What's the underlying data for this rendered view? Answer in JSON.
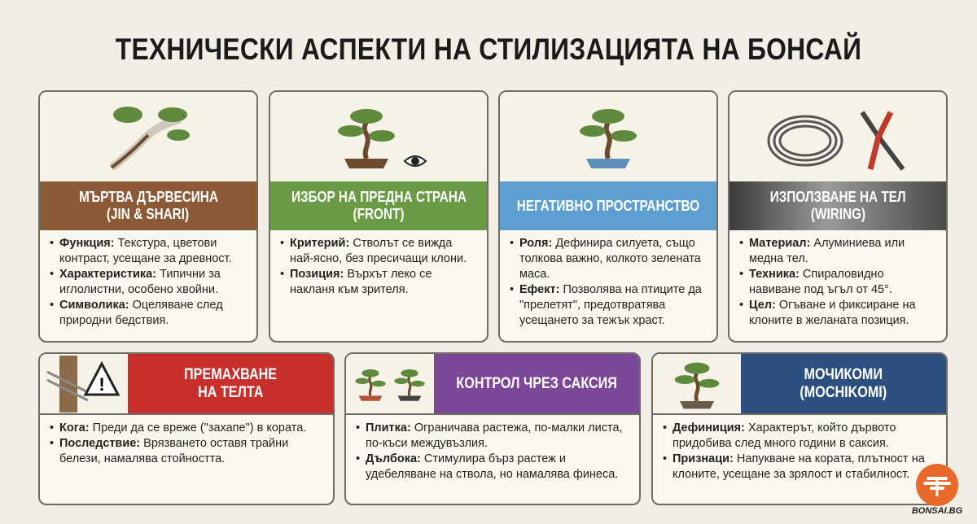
{
  "title": "ТЕХНИЧЕСКИ АСПЕКТИ НА СТИЛИЗАЦИЯТА НА БОНСАЙ",
  "cards_top": [
    {
      "title1": "МЪРТВА ДЪРВЕСИНА",
      "title2": "(JIN & SHARI)",
      "color": "#8b5a36",
      "icon": "deadwood-tree-icon",
      "items": [
        {
          "k": "Функция:",
          "v": " Текстура, цветови контраст, усещане за древност."
        },
        {
          "k": "Характеристика:",
          "v": " Типични за иглолистни, особено хвойни."
        },
        {
          "k": "Символика:",
          "v": " Оцеляване след природни бедствия."
        }
      ]
    },
    {
      "title1": "ИЗБОР НА ПРЕДНА СТРАНА",
      "title2": "(FRONT)",
      "color": "#6b9a45",
      "icon": "bonsai-eye-icon",
      "items": [
        {
          "k": "Критерий:",
          "v": " Стволът се вижда най-ясно, без пресичащи клони."
        },
        {
          "k": "Позиция:",
          "v": " Върхът леко се накланя към зрителя."
        }
      ]
    },
    {
      "title1": "НЕГАТИВНО ПРОСТРАНСТВО",
      "title2": "",
      "color": "#5d9fd0",
      "icon": "bonsai-blue-pot-icon",
      "items": [
        {
          "k": "Роля:",
          "v": " Дефинира силуета, също толкова важно, колкото зелената маса."
        },
        {
          "k": "Ефект:",
          "v": " Позволява на птиците да \"прелетят\", предотвратява усещането за тежък храст."
        }
      ]
    },
    {
      "title1": "ИЗПОЛЗВАНЕ НА ТЕЛ",
      "title2": "(WIRING)",
      "color": "#6a6a6a",
      "icon": "wire-pliers-icon",
      "items": [
        {
          "k": "Материал:",
          "v": " Алуминиева или медна тел."
        },
        {
          "k": "Техника:",
          "v": " Спираловидно навиване под ъгъл от 45°."
        },
        {
          "k": "Цел:",
          "v": " Огъване и фиксиране на клоните в желаната позиция."
        }
      ]
    }
  ],
  "cards_bottom": [
    {
      "title1": "ПРЕМАХВАНЕ",
      "title2": "НА ТЕЛТА",
      "color": "#c8302d",
      "icon": "wire-warning-icon",
      "items": [
        {
          "k": "Кога:",
          "v": " Преди да се вреже (\"захапе\") в кората."
        },
        {
          "k": "Последствие:",
          "v": " Врязването оставя трайни белези, намалява стойността."
        }
      ]
    },
    {
      "title1": "КОНТРОЛ ЧРЕЗ САКСИЯ",
      "title2": "",
      "color": "#7b4796",
      "icon": "two-pots-icon",
      "items": [
        {
          "k": "Плитка:",
          "v": " Ограничава растежа, по-малки листа, по-къси междувъзлия."
        },
        {
          "k": "Дълбока:",
          "v": " Стимулира бърз растеж и удебеляване на ствола, но намалява финеса."
        }
      ]
    },
    {
      "title1": "МОЧИКОМИ",
      "title2": "(MOCHIKOMI)",
      "color": "#2b4f7e",
      "icon": "bonsai-icon",
      "items": [
        {
          "k": "Дефиниция:",
          "v": " Характерът, който дървото придобива след много години в саксия."
        },
        {
          "k": "Признаци:",
          "v": " Напукване на кората, плътност на клоните, усещане за зрялост и стабилност."
        }
      ]
    }
  ],
  "logo": "BONSAI.BG"
}
